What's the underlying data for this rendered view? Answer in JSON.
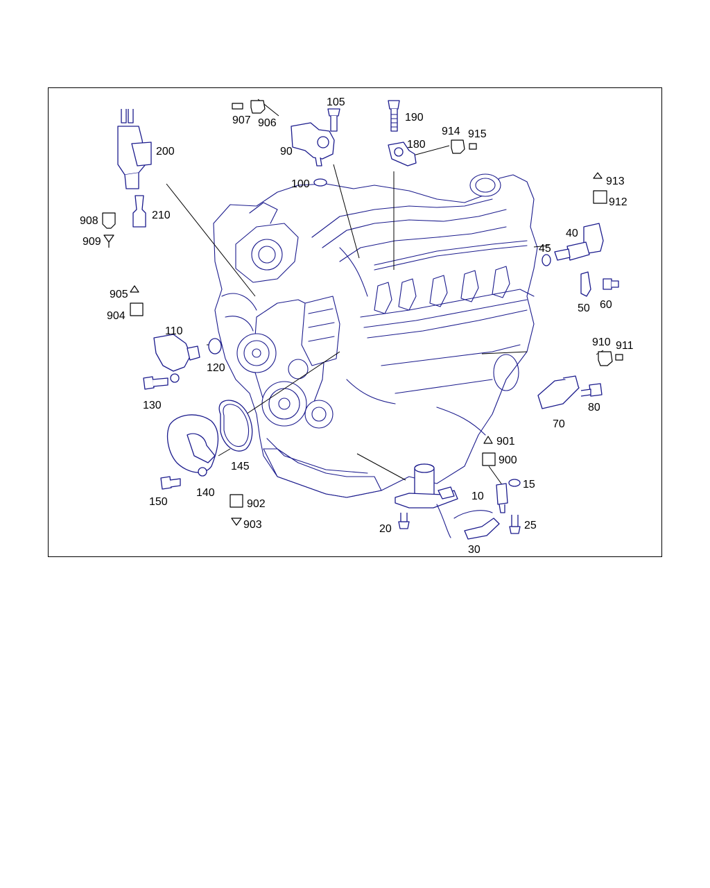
{
  "callouts": {
    "c907": "907",
    "c906": "906",
    "c105": "105",
    "c190": "190",
    "c914": "914",
    "c915": "915",
    "c200": "200",
    "c90": "90",
    "c180": "180",
    "c100": "100",
    "c913": "913",
    "c912": "912",
    "c210": "210",
    "c908": "908",
    "c909": "909",
    "c40": "40",
    "c45": "45",
    "c50": "50",
    "c60": "60",
    "c905": "905",
    "c904": "904",
    "c110": "110",
    "c120": "120",
    "c910": "910",
    "c911": "911",
    "c130": "130",
    "c70": "70",
    "c80": "80",
    "c145": "145",
    "c901": "901",
    "c900": "900",
    "c15": "15",
    "c150": "150",
    "c140": "140",
    "c10": "10",
    "c902": "902",
    "c903": "903",
    "c20": "20",
    "c25": "25",
    "c30": "30"
  },
  "colors": {
    "line_art": "#1a1a8c",
    "leader": "#000000",
    "frame": "#000000"
  }
}
